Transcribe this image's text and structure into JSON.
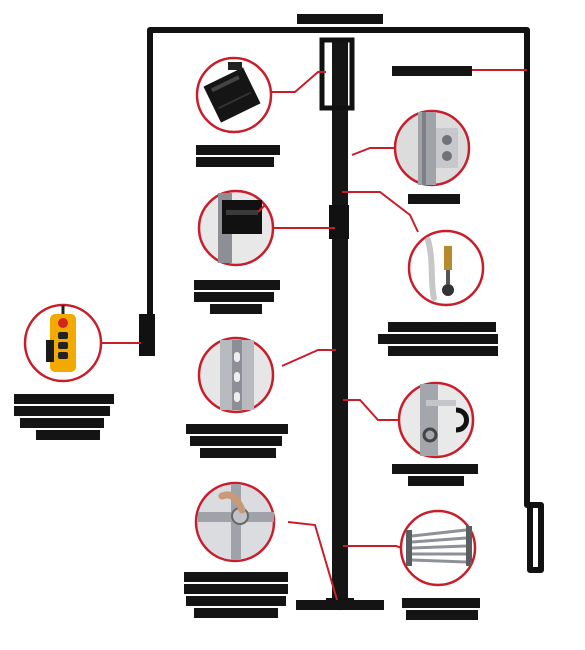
{
  "diagram": {
    "type": "installation-component-diagram",
    "colors": {
      "line": "#111111",
      "accent": "#c81e2b",
      "label_bar": "#141414",
      "pendant_body": "#f2a900",
      "pendant_button": "#d62222"
    },
    "components": [
      {
        "id": "top-shelf-box",
        "photo": "black-control-box"
      },
      {
        "id": "rail-bracket",
        "photo": "rail-mounting-bracket"
      },
      {
        "id": "lift-carriage",
        "photo": "lift-carriage-on-rail"
      },
      {
        "id": "cable-end",
        "photo": "cable-with-ball-end"
      },
      {
        "id": "pendant-control",
        "photo": "yellow-hand-pendant"
      },
      {
        "id": "rail-section",
        "photo": "slotted-rail-section"
      },
      {
        "id": "lower-bracket",
        "photo": "rail-bracket-with-hook"
      },
      {
        "id": "ceiling-anchor",
        "photo": "hand-tightening-anchor"
      },
      {
        "id": "threaded-rods",
        "photo": "threaded-rods-bundle"
      }
    ]
  }
}
